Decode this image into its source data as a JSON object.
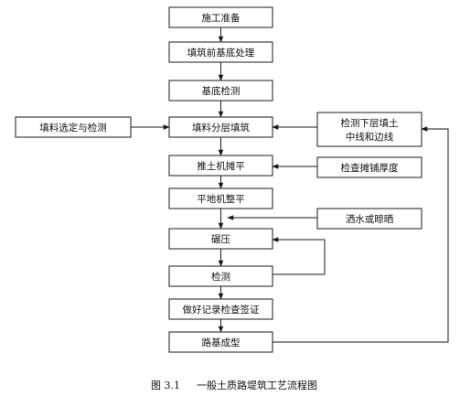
{
  "flowchart": {
    "main_steps": [
      "施工准备",
      "填筑前基底处理",
      "基底检测",
      "填料分层填筑",
      "推土机摊平",
      "平地机整平",
      "碾压",
      "检测",
      "做好记录检查签证",
      "路基成型"
    ],
    "side_inputs": {
      "fill_selection": "填料选定与检测",
      "check_lower_layer": [
        "检测下层填土",
        "中线和边线"
      ],
      "check_spread_thickness": "检查摊铺厚度",
      "water_or_dry": "洒水或晾晒"
    },
    "caption": {
      "number": "图 3.1",
      "title": "一般土质路堤筑工艺流程图"
    }
  }
}
